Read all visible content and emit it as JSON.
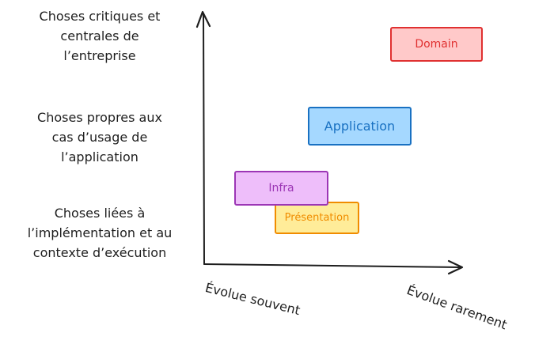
{
  "y_labels": [
    [
      "Choses critiques et",
      "centrales de",
      "l’entreprise"
    ],
    [
      "Choses propres aux",
      "cas d’usage de",
      "l’application"
    ],
    [
      "Choses liées à",
      "l’implémentation et au",
      "contexte d’exécution"
    ]
  ],
  "x_labels": {
    "left": "Évolue souvent",
    "right": "Évolue rarement"
  },
  "boxes": {
    "domain": {
      "label": "Domain",
      "fill": "#ffc9c9",
      "stroke": "#e03131",
      "text_color": "#e03131"
    },
    "application": {
      "label": "Application",
      "fill": "#a5d8ff",
      "stroke": "#1971c2",
      "text_color": "#1971c2"
    },
    "infra": {
      "label": "Infra",
      "fill": "#eebefa",
      "stroke": "#9c36b5",
      "text_color": "#9c36b5"
    },
    "presentation": {
      "label": "Présentation",
      "fill": "#ffec99",
      "stroke": "#f08c00",
      "text_color": "#f08c00"
    }
  },
  "axis_color": "#1e1e1e"
}
